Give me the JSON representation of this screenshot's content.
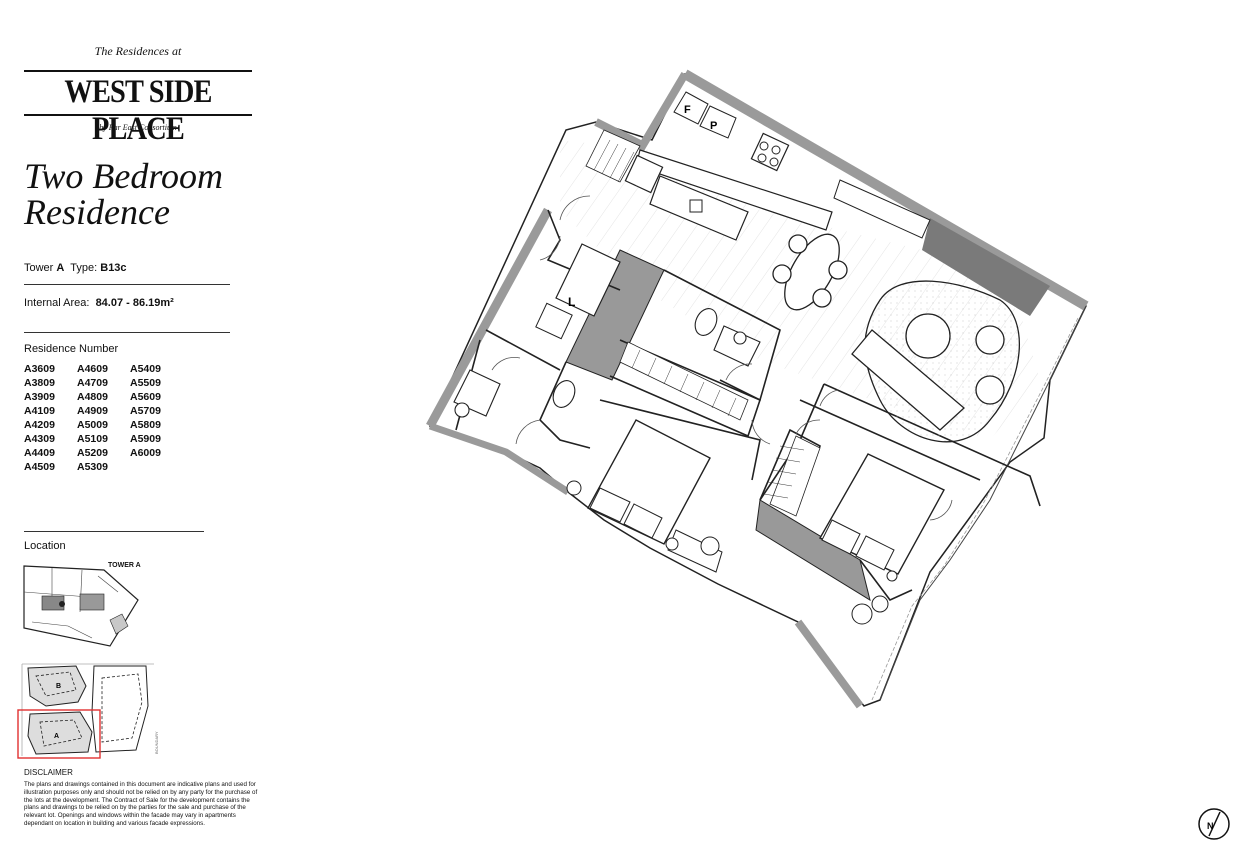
{
  "brand": {
    "pre_title": "The Residences at",
    "name": "WEST SIDE PLACE",
    "by": "by Far East Consortium"
  },
  "residence_type": [
    "Two Bedroom",
    "Residence"
  ],
  "tower": {
    "label": "Tower",
    "value": "A",
    "type_label": "Type:",
    "type_value": "B13c"
  },
  "area": {
    "label": "Internal Area:",
    "value": "84.07 - 86.19m²"
  },
  "residence_numbers": {
    "title": "Residence Number",
    "columns": [
      [
        "A3609",
        "A3809",
        "A3909",
        "A4109",
        "A4209",
        "A4309",
        "A4409",
        "A4509"
      ],
      [
        "A4609",
        "A4709",
        "A4809",
        "A4909",
        "A5009",
        "A5109",
        "A5209",
        "A5309"
      ],
      [
        "A5409",
        "A5509",
        "A5609",
        "A5709",
        "A5809",
        "A5909",
        "A6009"
      ]
    ]
  },
  "location": {
    "title": "Location",
    "tower_label": "TOWER A",
    "site_labels": [
      "B",
      "A"
    ],
    "boundary_label": "BOUNDARY"
  },
  "plan_labels": {
    "fridge": "F",
    "pantry": "P",
    "laundry": "L"
  },
  "disclaimer": {
    "title": "DISCLAIMER",
    "text": "The plans and drawings contained in this document are indicative plans and used for illustration purposes only and should not be relied on by any party for the purchase of the lots at the development. The Contract of Sale for the development contains the plans and drawings to be relied on by the parties for the sale and purchase of the relevant lot. Openings and windows within the facade may vary in apartments dependant on location in building and various facade expressions."
  },
  "north_label": "N",
  "colors": {
    "wall": "#9a9a9a",
    "wall_dark": "#7a7a7a",
    "line": "#222222",
    "highlight": "#e03030"
  }
}
